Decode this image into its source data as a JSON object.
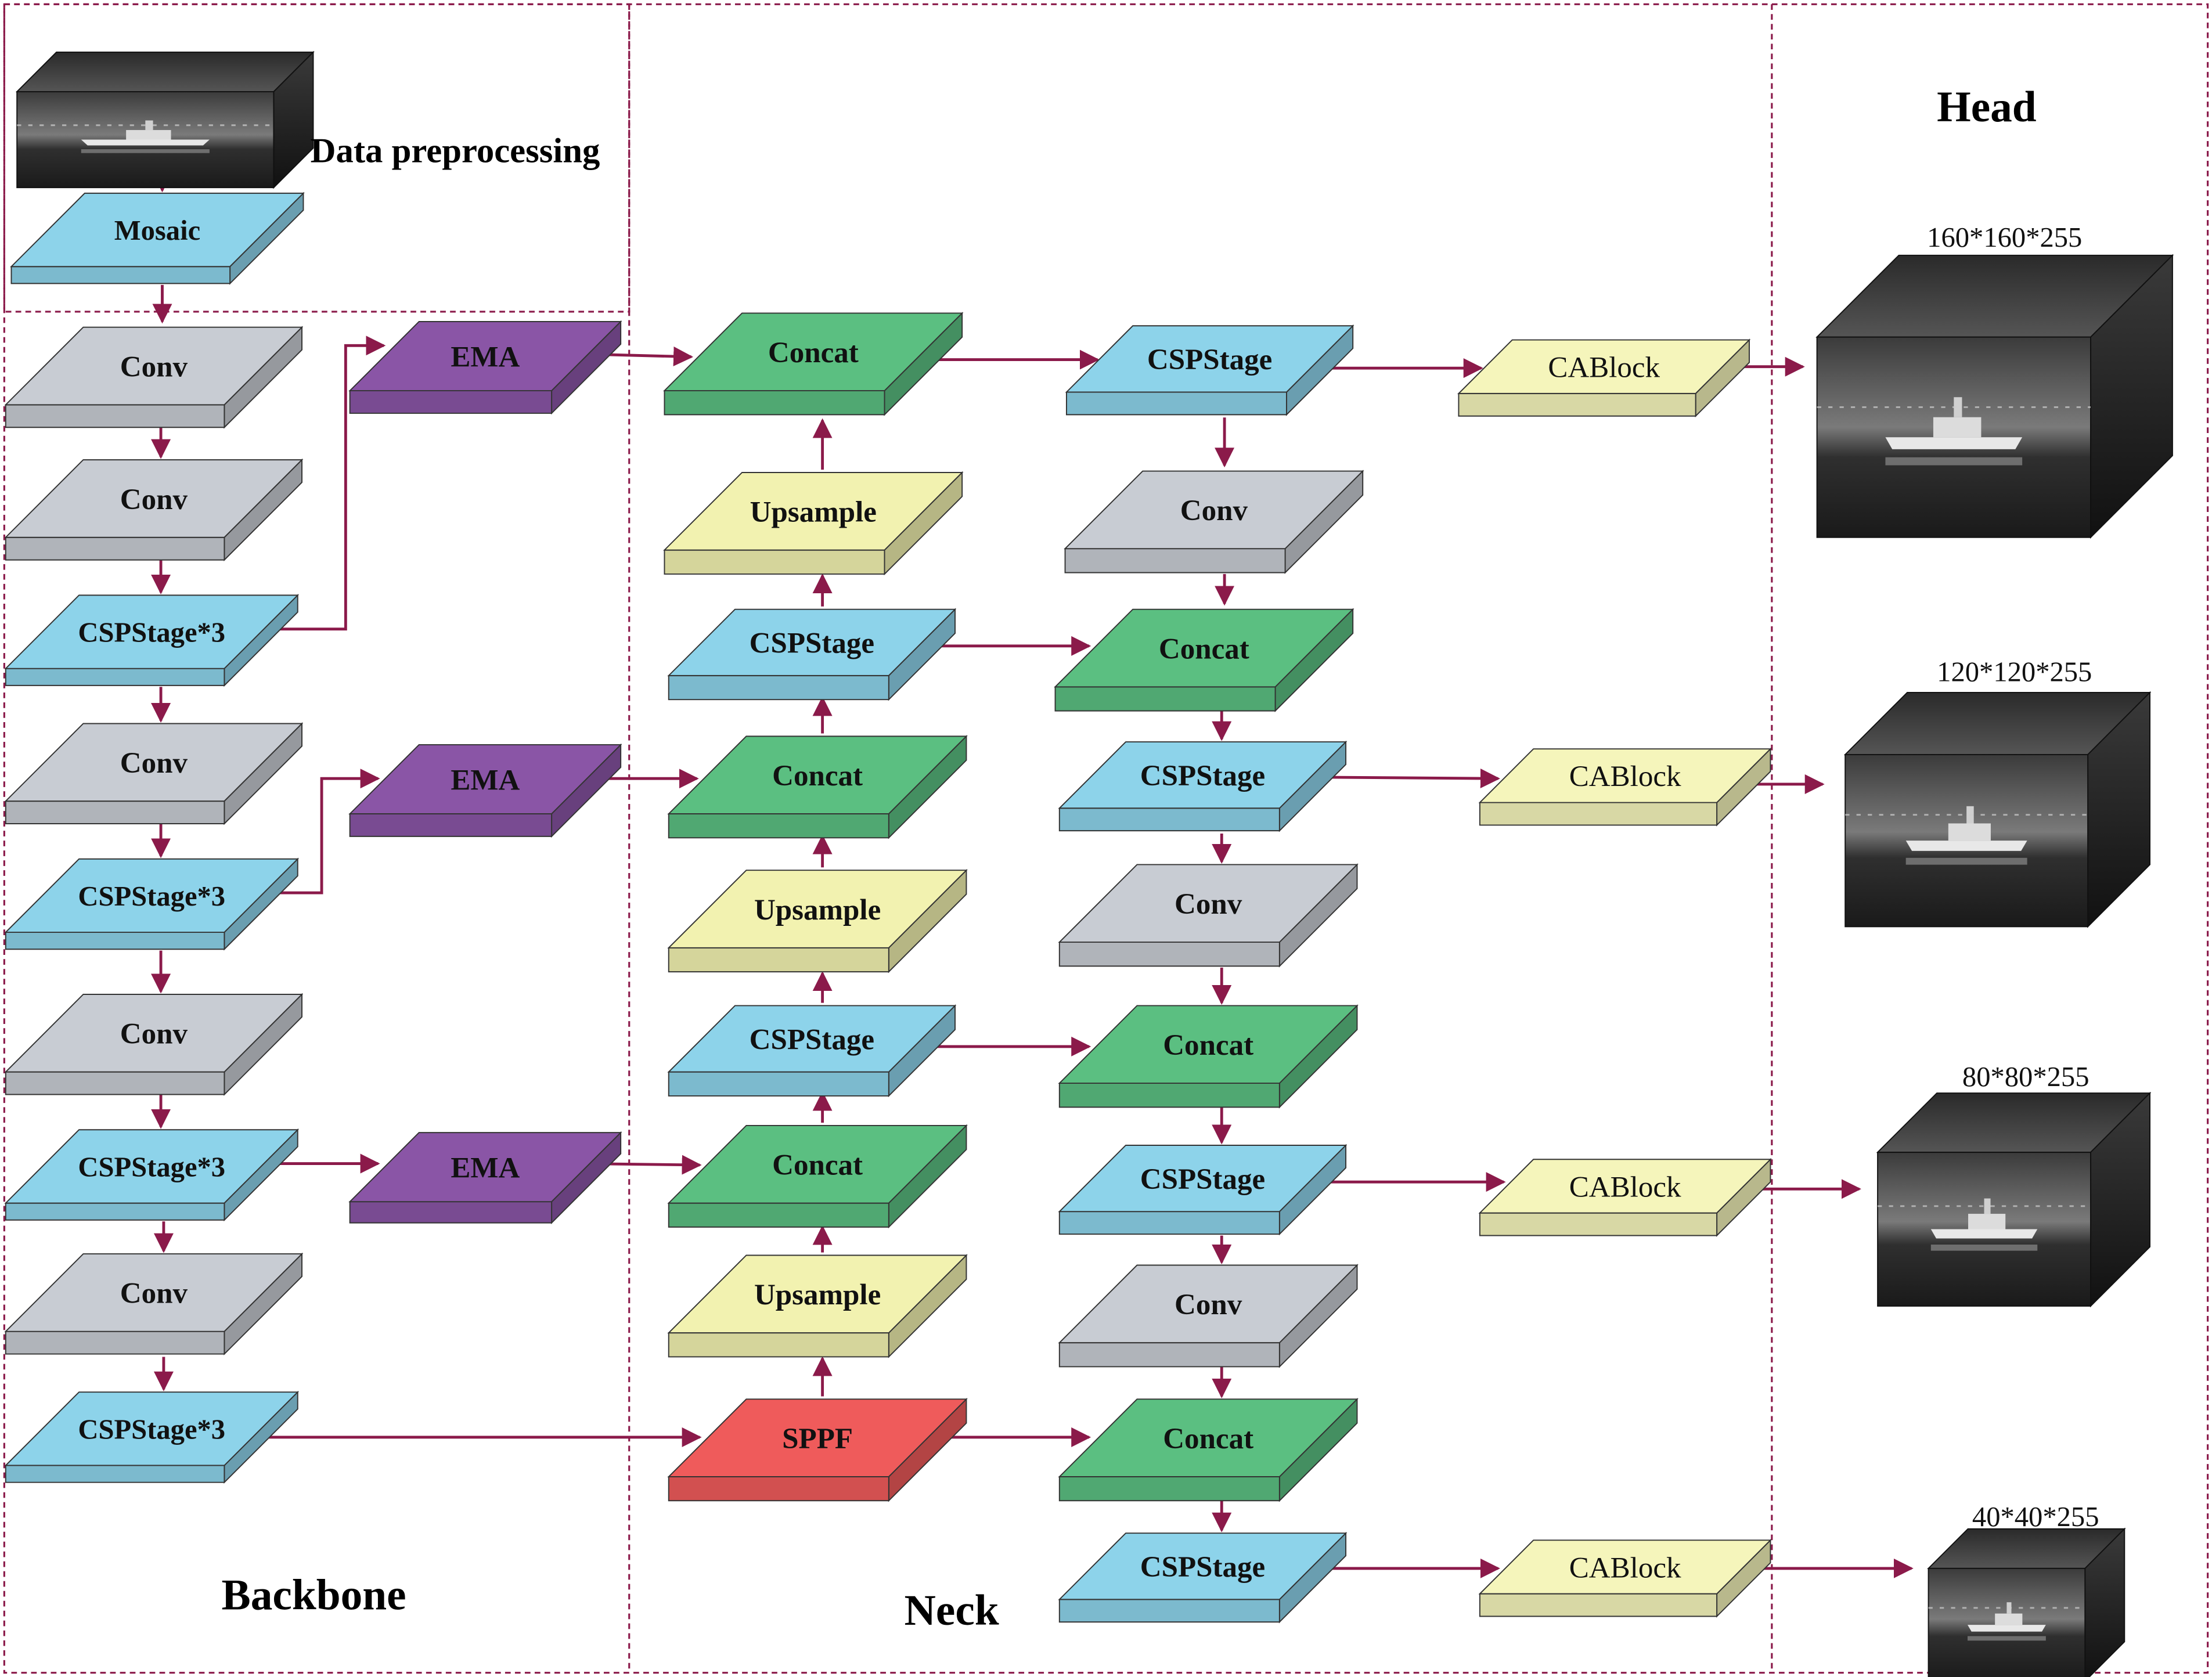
{
  "sections": {
    "data_preprocessing": "Data preprocessing",
    "backbone": "Backbone",
    "neck": "Neck",
    "head": "Head"
  },
  "blocks": {
    "mosaic": "Mosaic",
    "bb_conv1": "Conv",
    "bb_conv2": "Conv",
    "bb_csp1": "CSPStage*3",
    "bb_conv3": "Conv",
    "bb_csp2": "CSPStage*3",
    "bb_conv4": "Conv",
    "bb_csp3": "CSPStage*3",
    "bb_conv5": "Conv",
    "bb_csp4": "CSPStage*3",
    "ema1": "EMA",
    "ema2": "EMA",
    "ema3": "EMA",
    "n_concat1": "Concat",
    "n_up1": "Upsample",
    "n_csp1": "CSPStage",
    "n_concat2": "Concat",
    "n_up2": "Upsample",
    "n_csp2": "CSPStage",
    "n_concat3": "Concat",
    "n_up3": "Upsample",
    "sppf": "SPPF",
    "r_csp1": "CSPStage",
    "r_conv1": "Conv",
    "r_concat1": "Concat",
    "r_csp2": "CSPStage",
    "r_conv2": "Conv",
    "r_concat2": "Concat",
    "r_csp3": "CSPStage",
    "r_conv3": "Conv",
    "r_concat3": "Concat",
    "r_csp4": "CSPStage",
    "cab1": "CABlock",
    "cab2": "CABlock",
    "cab3": "CABlock",
    "cab4": "CABlock"
  },
  "outputs": {
    "out1": "160*160*255",
    "out2": "120*120*255",
    "out3": "80*80*255",
    "out4": "40*40*255"
  },
  "colors": {
    "conv": "#c8ccd3",
    "csp": "#8dd3ea",
    "ema": "#8a55a6",
    "concat": "#5bbf81",
    "upsample": "#f2f2b0",
    "sppf": "#ef5b5b",
    "cablock": "#f5f5bb",
    "arrow": "#8b1a4a",
    "dashed": "#8b1a4a"
  }
}
